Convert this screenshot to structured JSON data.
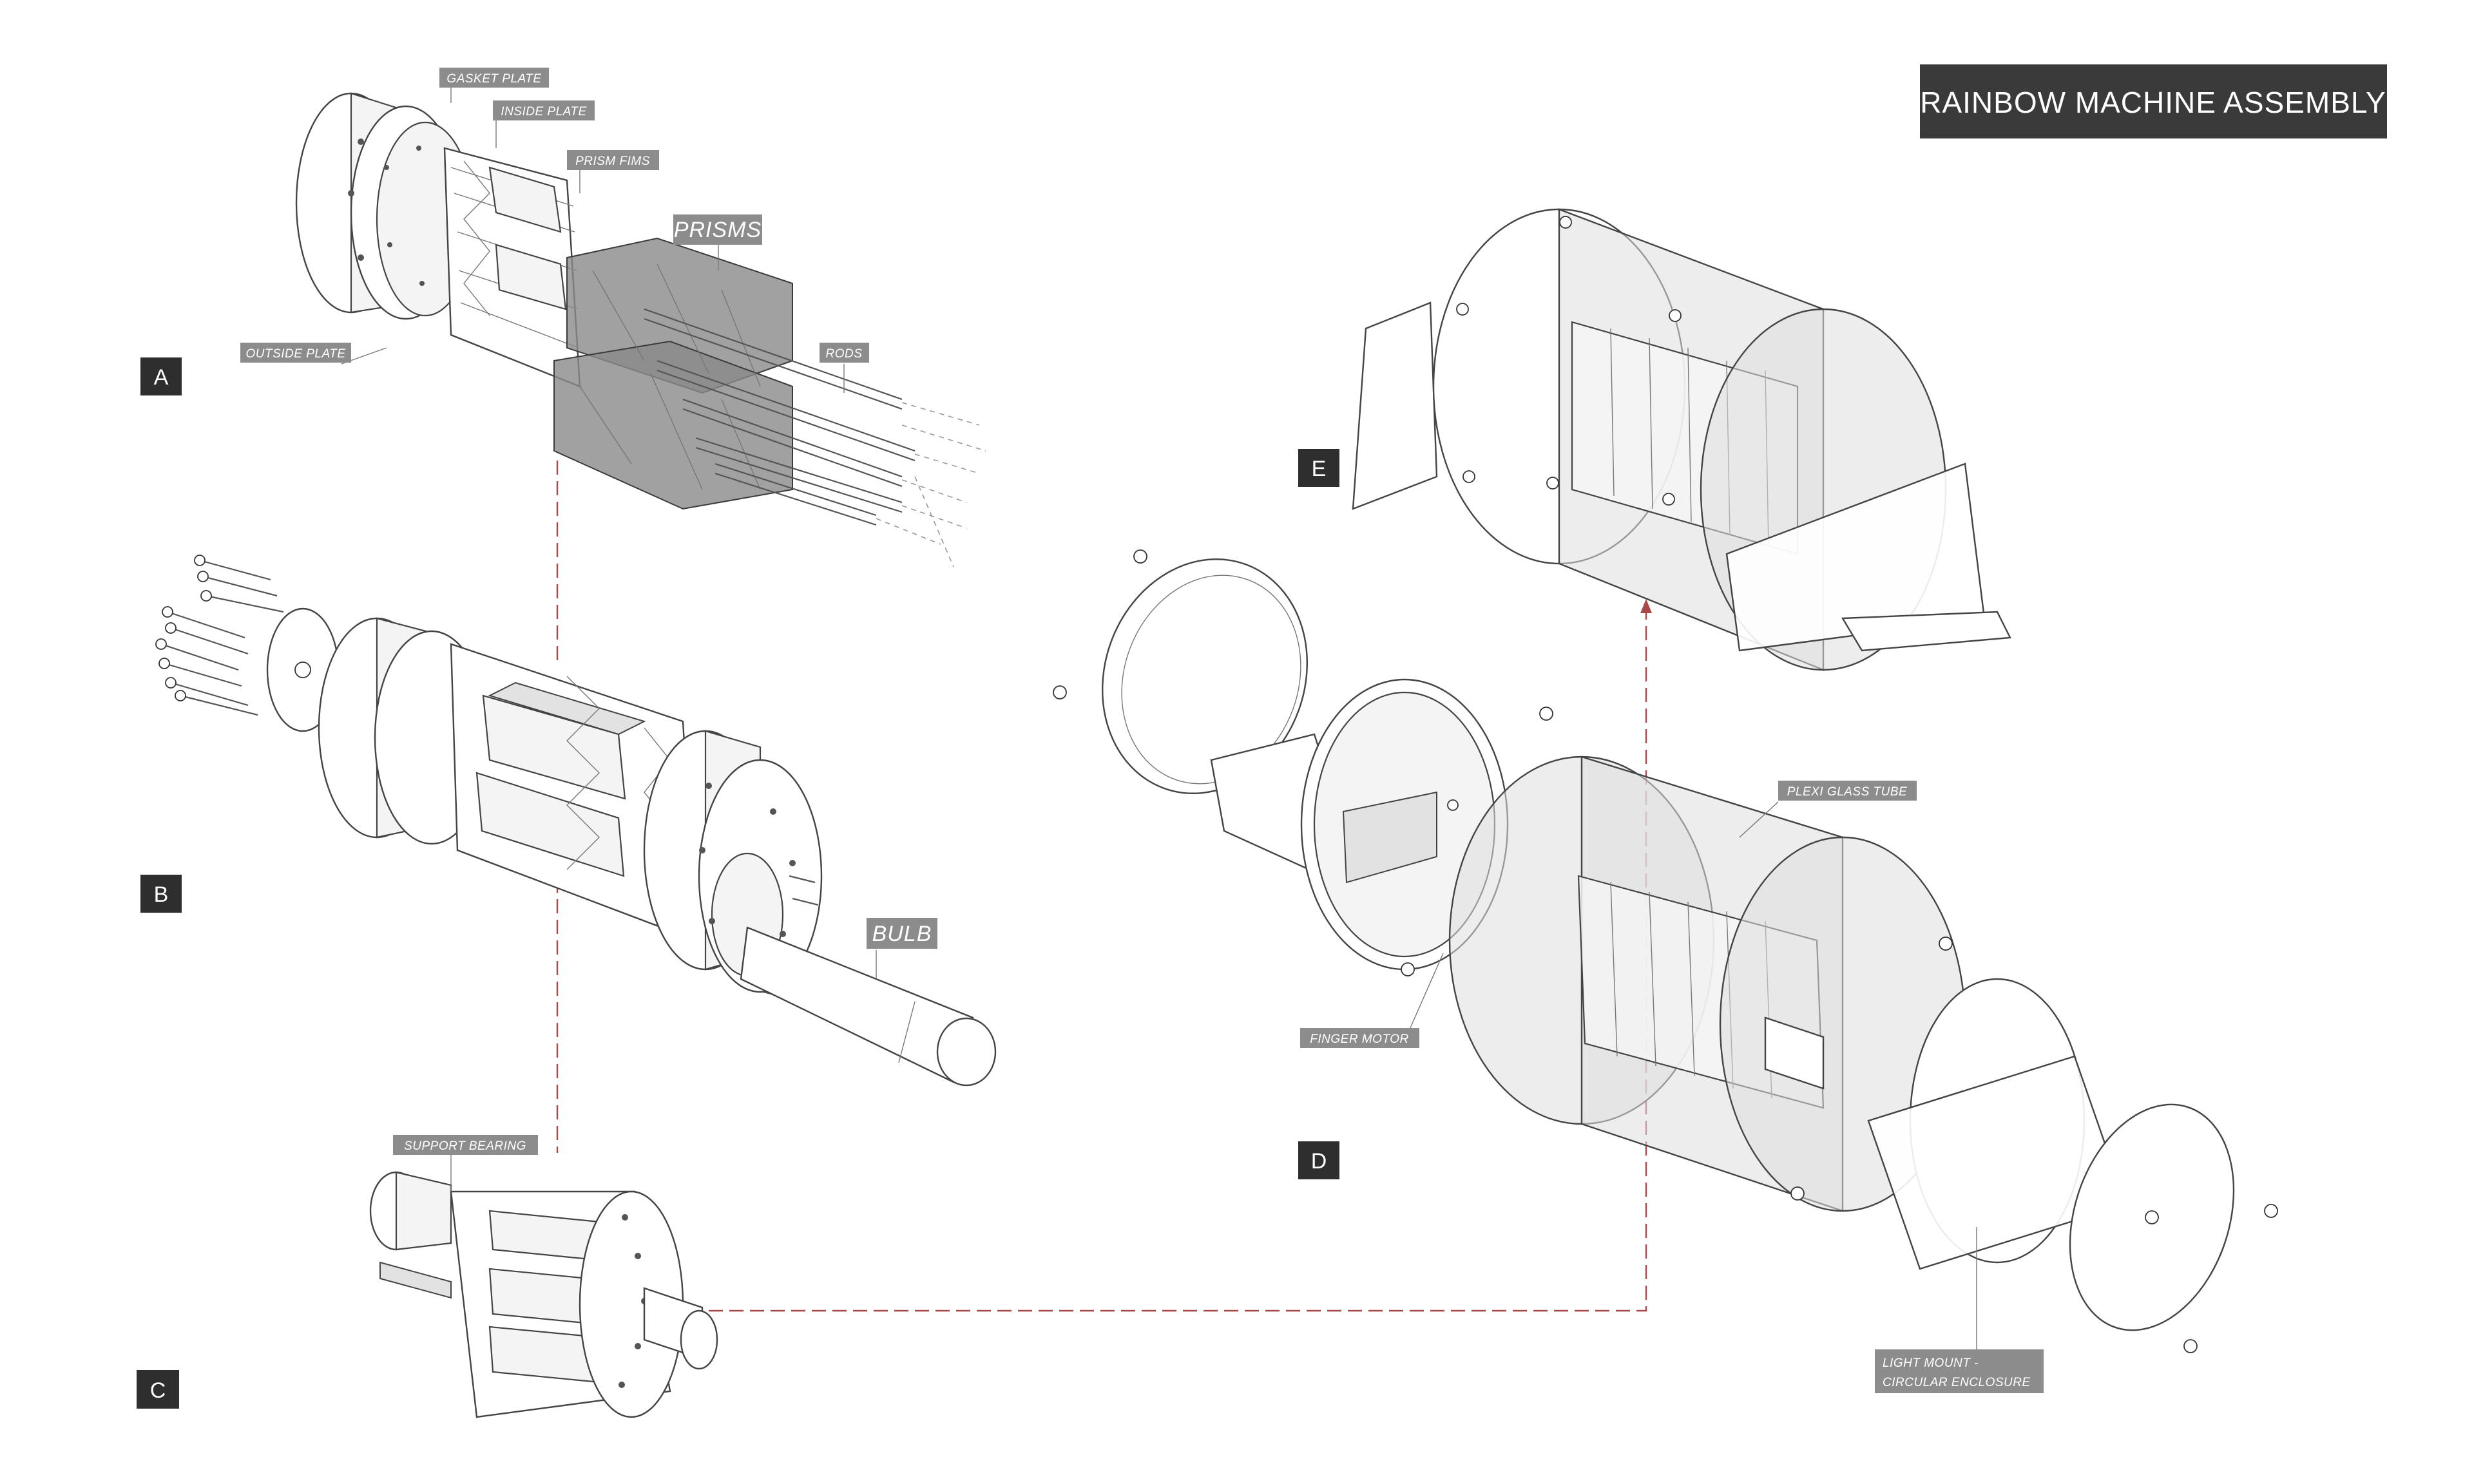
{
  "title": "RAINBOW MACHINE ASSEMBLY",
  "sections": {
    "a": "A",
    "b": "B",
    "c": "C",
    "d": "D",
    "e": "E"
  },
  "labels": {
    "gasket_plate": "GASKET PLATE",
    "inside_plate": "INSIDE PLATE",
    "prism_fims": "PRISM FIMS",
    "prisms": "PRISMS",
    "outside_plate": "OUTSIDE PLATE",
    "rods": "RODS",
    "bulb": "BULB",
    "support_bearing": "SUPPORT BEARING",
    "plexi_glass_tube": "PLEXI GLASS TUBE",
    "finger_motor": "FINGER MOTOR",
    "light_mount_line1": "LIGHT MOUNT -",
    "light_mount_line2": "CIRCULAR ENCLOSURE"
  },
  "colors": {
    "tag_background": "#8c8c8c",
    "title_background": "#3a3a3a",
    "letter_background": "#2e2e2e",
    "connector": "#a94848"
  }
}
